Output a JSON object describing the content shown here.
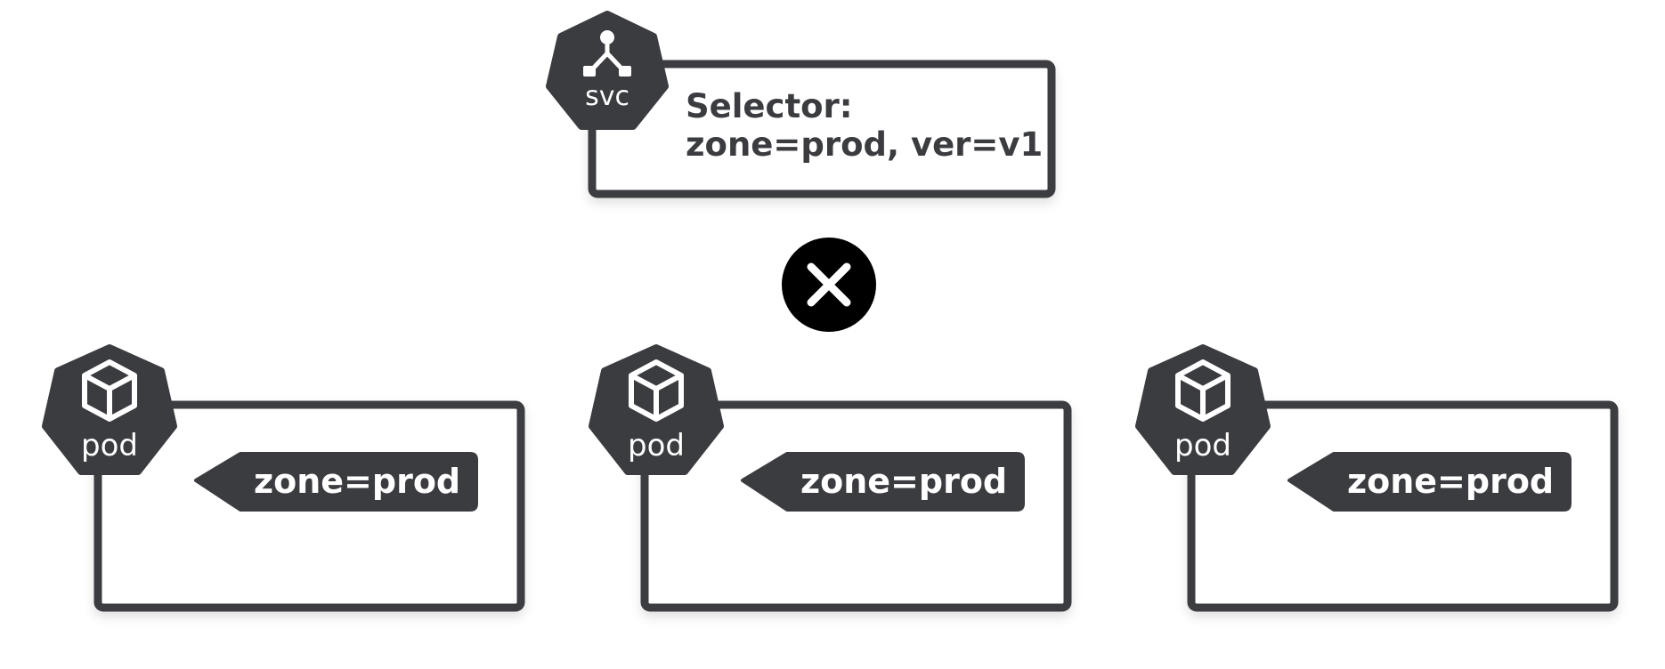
{
  "service": {
    "icon": "service-network-icon",
    "label": "svc",
    "selector_heading": "Selector:",
    "selector_value": "zone=prod, ver=v1"
  },
  "match_status": {
    "icon": "x-mark-icon",
    "color": "#000000"
  },
  "pods": [
    {
      "icon": "cube-icon",
      "label": "pod",
      "tag": "zone=prod"
    },
    {
      "icon": "cube-icon",
      "label": "pod",
      "tag": "zone=prod"
    },
    {
      "icon": "cube-icon",
      "label": "pod",
      "tag": "zone=prod"
    }
  ],
  "colors": {
    "primary": "#3b3c40",
    "background": "#ffffff"
  }
}
